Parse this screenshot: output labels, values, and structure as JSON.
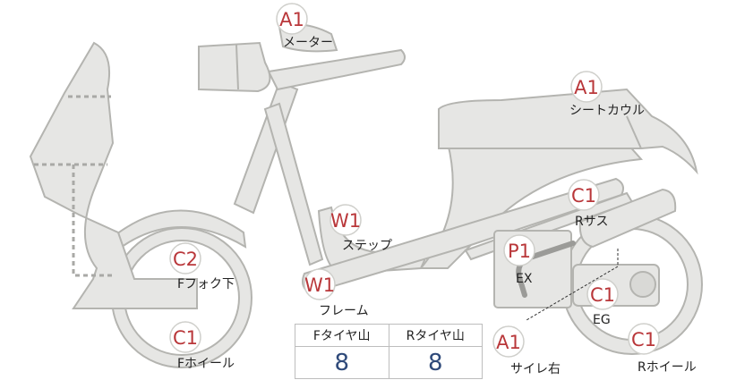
{
  "inspection_points": [
    {
      "id": "meter",
      "code": "A1",
      "label": "メーター"
    },
    {
      "id": "seat-cowl",
      "code": "A1",
      "label": "シートカウル"
    },
    {
      "id": "r-suspension",
      "code": "C1",
      "label": "Rサス"
    },
    {
      "id": "step",
      "code": "W1",
      "label": "ステップ"
    },
    {
      "id": "exhaust",
      "code": "P1",
      "label": "EX"
    },
    {
      "id": "f-fork-lower",
      "code": "C2",
      "label": "Fフォク下"
    },
    {
      "id": "frame",
      "code": "W1",
      "label": "フレーム"
    },
    {
      "id": "engine",
      "code": "C1",
      "label": "EG"
    },
    {
      "id": "f-wheel",
      "code": "C1",
      "label": "Fホイール"
    },
    {
      "id": "muffler-right",
      "code": "A1",
      "label": "サイレ右"
    },
    {
      "id": "r-wheel",
      "code": "C1",
      "label": "Rホイール"
    }
  ],
  "tire_table": {
    "headers": [
      "Fタイヤ山",
      "Rタイヤ山"
    ],
    "values": [
      "8",
      "8"
    ]
  },
  "colors": {
    "code": "#b9373a",
    "value": "#2f4a7a",
    "body": "#e6e6e4",
    "outline": "#b4b4b0"
  }
}
